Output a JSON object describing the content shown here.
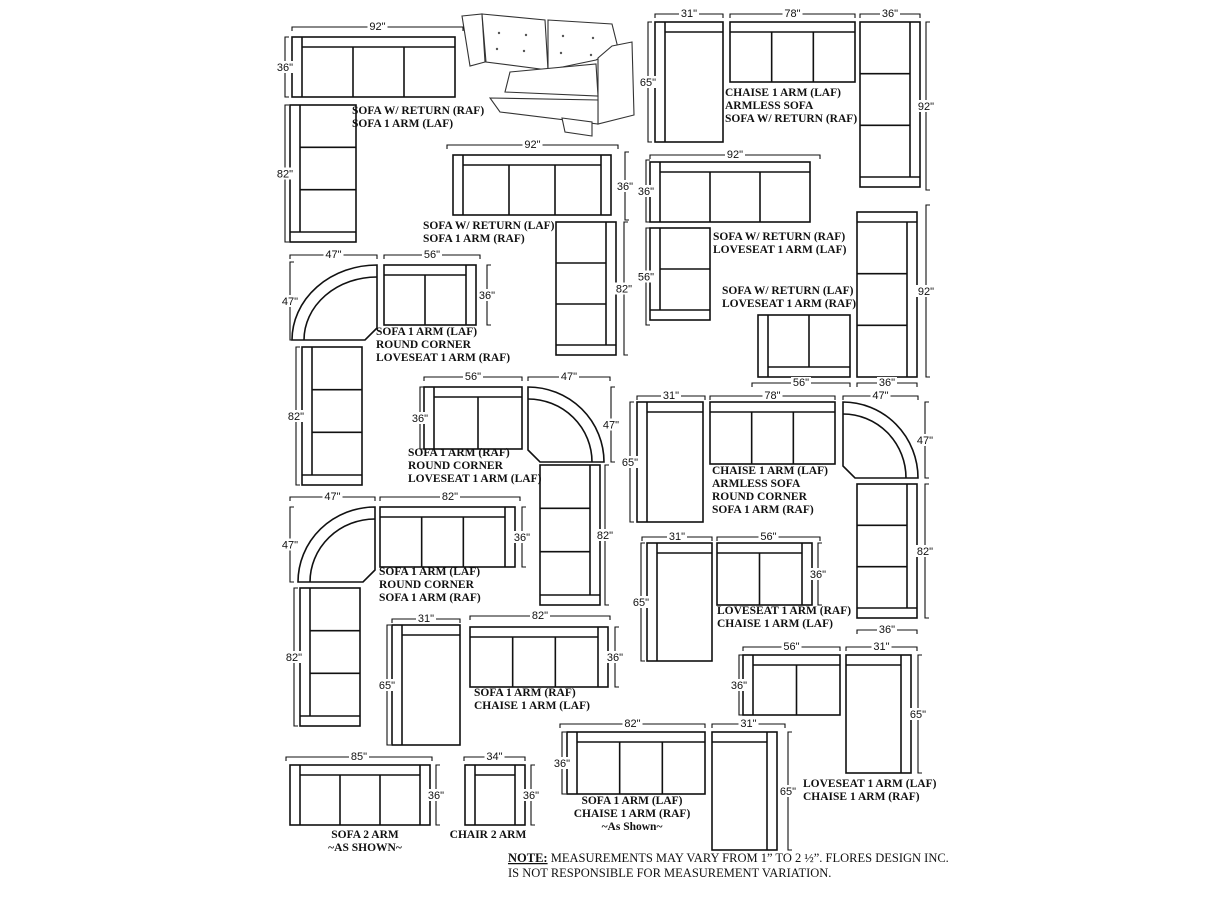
{
  "colors": {
    "ink": "#111111",
    "background": "#ffffff"
  },
  "dimensions": [
    "92\"",
    "36\"",
    "82\"",
    "31\"",
    "78\"",
    "36\"",
    "65\"",
    "92\"",
    "92\"",
    "36\"",
    "36\"",
    "82\"",
    "92\"",
    "56\"",
    "92\"",
    "56\"",
    "36\"",
    "47\"",
    "56\"",
    "47\"",
    "36\"",
    "82\"",
    "56\"",
    "47\"",
    "36\"",
    "47\"",
    "82\"",
    "31\"",
    "78\"",
    "47\"",
    "65\"",
    "47\"",
    "82\"",
    "36\"",
    "47\"",
    "82\"",
    "47\"",
    "36\"",
    "82\"",
    "31\"",
    "82\"",
    "65\"",
    "36\"",
    "31\"",
    "56\"",
    "65\"",
    "36\"",
    "56\"",
    "31\"",
    "36\"",
    "65\"",
    "82\"",
    "31\"",
    "36\"",
    "65\"",
    "85\"",
    "36\"",
    "34\"",
    "36\""
  ],
  "labels": [
    {
      "lines": [
        "SOFA W/ RETURN (RAF)",
        "SOFA 1 ARM (LAF)"
      ]
    },
    {
      "lines": [
        "CHAISE 1 ARM (LAF)",
        "ARMLESS SOFA",
        "SOFA W/ RETURN (RAF)"
      ]
    },
    {
      "lines": [
        "SOFA W/ RETURN (LAF)",
        "SOFA 1 ARM (RAF)"
      ]
    },
    {
      "lines": [
        "SOFA W/ RETURN (RAF)",
        "LOVESEAT 1 ARM (LAF)"
      ]
    },
    {
      "lines": [
        "SOFA W/ RETURN (LAF)",
        "LOVESEAT 1 ARM (RAF)"
      ]
    },
    {
      "lines": [
        "SOFA 1 ARM (LAF)",
        "ROUND CORNER",
        "LOVESEAT 1 ARM (RAF)"
      ]
    },
    {
      "lines": [
        "SOFA 1 ARM (RAF)",
        "ROUND CORNER",
        "LOVESEAT 1 ARM (LAF)"
      ]
    },
    {
      "lines": [
        "CHAISE 1 ARM (LAF)",
        "ARMLESS SOFA",
        "ROUND CORNER",
        "SOFA 1 ARM (RAF)"
      ]
    },
    {
      "lines": [
        "SOFA 1 ARM (LAF)",
        "ROUND CORNER",
        "SOFA 1 ARM (RAF)"
      ]
    },
    {
      "lines": [
        "LOVESEAT 1 ARM (RAF)",
        "CHAISE 1 ARM  (LAF)"
      ]
    },
    {
      "lines": [
        "SOFA 1 ARM (RAF)",
        "CHAISE 1 ARM  (LAF)"
      ]
    },
    {
      "lines": [
        "LOVESEAT 1 ARM (LAF)",
        "CHAISE 1 ARM (RAF)"
      ]
    },
    {
      "lines": [
        "SOFA 1 ARM (LAF)",
        "CHAISE 1 ARM (RAF)",
        "~As Shown~"
      ]
    },
    {
      "lines": [
        "SOFA 2 ARM",
        "~AS SHOWN~"
      ]
    },
    {
      "lines": [
        "CHAIR 2 ARM"
      ]
    }
  ],
  "note": {
    "prefix": "NOTE:",
    "line1": " MEASUREMENTS MAY VARY FROM 1” TO 2 ½”. FLORES DESIGN INC.",
    "line2": "IS NOT RESPONSIBLE FOR MEASUREMENT VARIATION."
  }
}
